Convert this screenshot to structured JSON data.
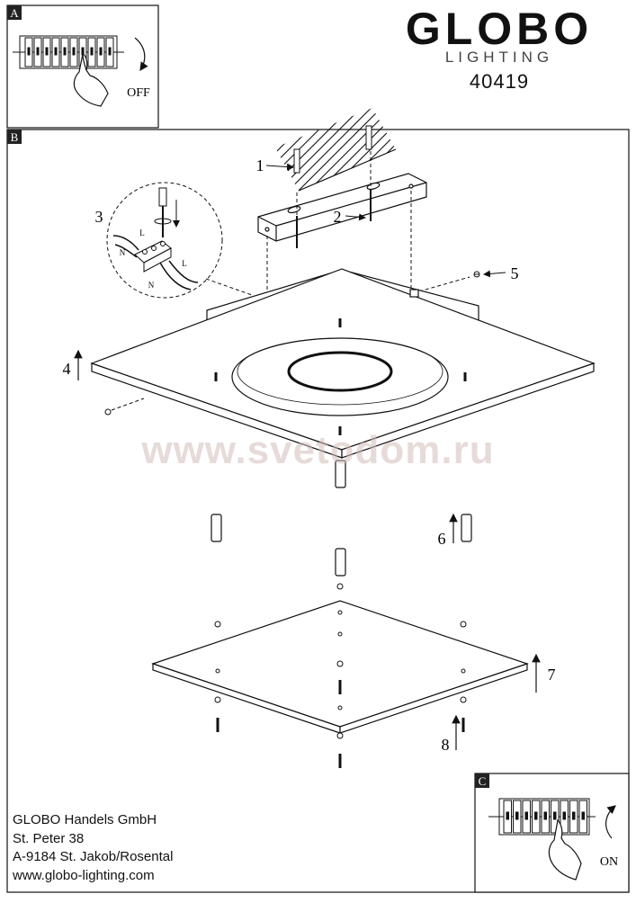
{
  "brand": {
    "name": "GLOBO",
    "subtitle": "LIGHTING",
    "model": "40419"
  },
  "panels": {
    "a": {
      "letter": "A",
      "caption": "OFF"
    },
    "b": {
      "letter": "B"
    },
    "c": {
      "letter": "C",
      "caption": "ON"
    }
  },
  "callouts": {
    "n1": "1",
    "n2": "2",
    "n3": "3",
    "n4": "4",
    "n5": "5",
    "n6": "6",
    "n7": "7",
    "n8": "8"
  },
  "wires": {
    "l": "L",
    "n": "N"
  },
  "watermark": "www.svetodom.ru",
  "footer": {
    "company": "GLOBO Handels GmbH",
    "street": "St. Peter 38",
    "city": "A-9184 St. Jakob/Rosental",
    "website": "www.globo-lighting.com"
  },
  "colors": {
    "ink": "#111111",
    "watermark": "#d2beb9"
  }
}
